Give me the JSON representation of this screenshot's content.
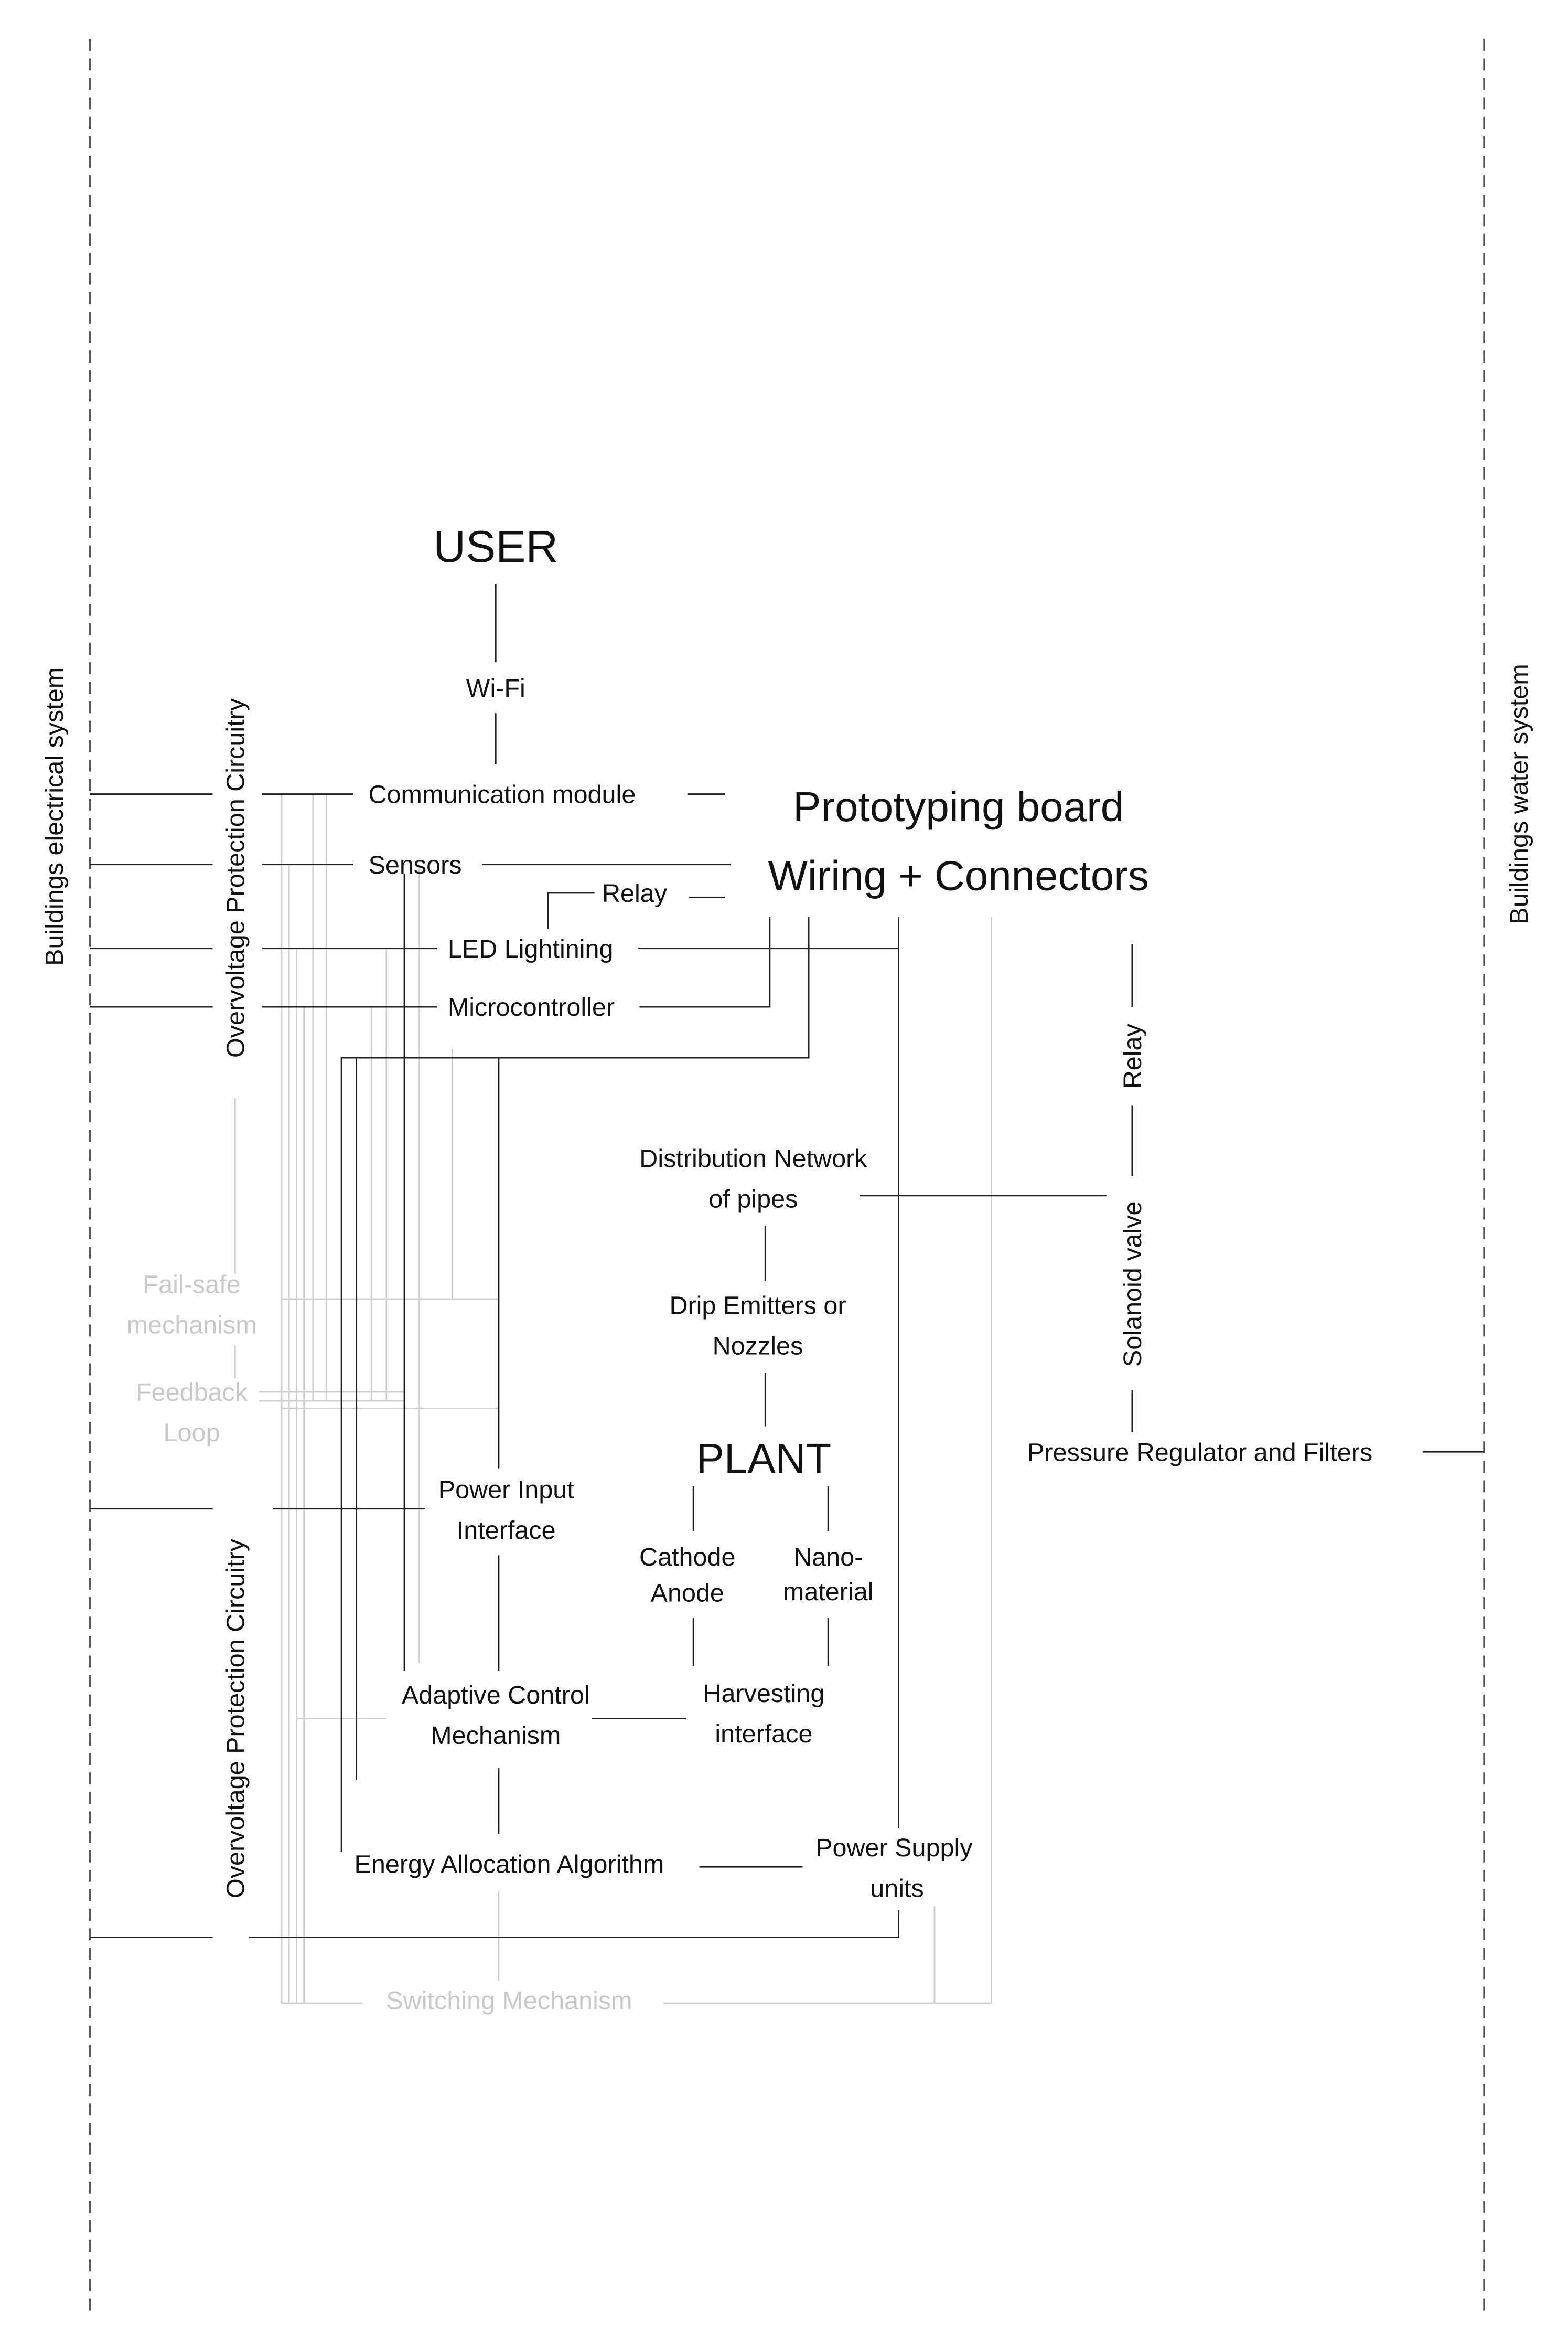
{
  "labels": {
    "user": "USER",
    "wifi": "Wi-Fi",
    "communication_module": "Communication module",
    "sensors": "Sensors",
    "relay_top": "Relay",
    "led_lighting": "LED Lightining",
    "microcontroller": "Microcontroller",
    "prototyping_board": "Prototyping board",
    "wiring_connectors": "Wiring + Connectors",
    "buildings_electrical": "Buildings electrical system",
    "buildings_water": "Buildings water system",
    "overvoltage_top": "Overvoltage Protection Circuitry",
    "overvoltage_bottom": "Overvoltage Protection Circuitry",
    "relay_water": "Relay",
    "solenoid_valve": "Solanoid valve",
    "pressure_regulator": "Pressure Regulator and Filters",
    "distribution_line1": "Distribution Network",
    "distribution_line2": "of pipes",
    "drip_line1": "Drip Emitters or",
    "drip_line2": "Nozzles",
    "plant": "PLANT",
    "cathode": "Cathode",
    "anode": "Anode",
    "nano_line1": "Nano-",
    "nano_line2": "material",
    "harvesting_line1": "Harvesting",
    "harvesting_line2": "interface",
    "power_input_line1": "Power Input",
    "power_input_line2": "Interface",
    "adaptive_line1": "Adaptive Control",
    "adaptive_line2": "Mechanism",
    "energy_allocation": "Energy Allocation Algorithm",
    "power_supply_line1": "Power Supply",
    "power_supply_line2": "units",
    "failsafe_line1": "Fail-safe",
    "failsafe_line2": "mechanism",
    "feedback_line1": "Feedback",
    "feedback_line2": "Loop",
    "switching": "Switching Mechanism"
  },
  "colors": {
    "line": "#222222",
    "faint_line": "#cfcfcf",
    "faint_text": "#c9c9c9",
    "dashed_boundary": "#555555"
  }
}
